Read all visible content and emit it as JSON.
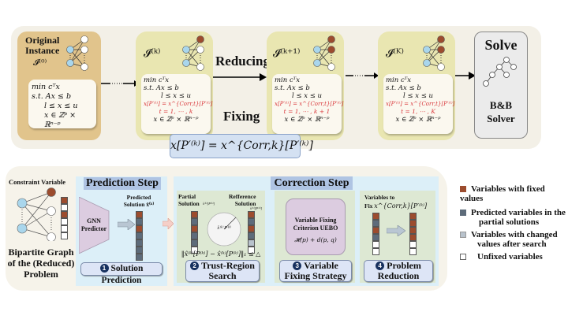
{
  "colors": {
    "fixed": "#9c4c2e",
    "predicted": "#5d6b7a",
    "changed": "#b8c2cc",
    "unfixed": "#ffffff",
    "highlight_red": "#d9363a",
    "accent_blue": "#afc4e3"
  },
  "top": {
    "original": {
      "title_line1": "Original",
      "title_line2": "Instance",
      "symbol": "𝓘⁽⁰⁾"
    },
    "formula": {
      "line1": "min cᵀx",
      "line2": "s.t.  Ax ≤ b",
      "line3": "l ≤ x ≤ u",
      "line_domain": "x ∈ ℤᵖ × ℝⁿ⁻ᵖ",
      "fix_constraint": "x[P′⁽ᵗ⁾] = x^{Corr,t}[P′⁽ᵗ⁾]"
    },
    "instances": [
      {
        "symbol": "𝓘⁽ᵏ⁾",
        "t_range": "t = 1, ⋯ , k"
      },
      {
        "symbol": "𝓘⁽ᵏ⁺¹⁾",
        "t_range": "t = 1, ⋯ , k + 1"
      },
      {
        "symbol": "𝓘⁽ᴷ⁾",
        "t_range": "t = 1, ⋯ , K"
      }
    ],
    "reducing_label": "Reducing",
    "fixing_label": "Fixing",
    "solver": {
      "title": "Solve",
      "line1": "B&B",
      "line2": "Solver"
    },
    "equation": "x[P′⁽ᵏ⁾] = x^{Corr,k}[P′⁽ᵏ⁾]"
  },
  "bottom": {
    "graph": {
      "header": "Constraint Variable",
      "caption_line1": "Bipartite Graph",
      "caption_line2": "of the (Reduced)",
      "caption_line3": "Problem",
      "vector": [
        "fixed",
        "unfixed",
        "fixed",
        "unfixed",
        "unfixed",
        "unfixed"
      ]
    },
    "prediction": {
      "title": "Prediction Step",
      "predictor_line1": "GNN",
      "predictor_line2": "Predictor",
      "predicted_label_line1": "Predicted",
      "predicted_label_line2": "Solution x̂⁽ᵏ⁾",
      "vector": [
        "fixed",
        "predicted",
        "fixed",
        "predicted",
        "predicted",
        "predicted",
        "predicted"
      ],
      "step_number": "1",
      "step_label": "Solution Prediction"
    },
    "correction": {
      "title": "Correction Step",
      "trust": {
        "partial_line1": "Partial",
        "partial_line2": "Solution",
        "partial_sub": "x̂⁽ᵏ⁾[P⁽ᵏ⁾]",
        "ref_line1": "Refference",
        "ref_line2": "Solution",
        "ref_sub": "x̂⁽ᵏ⁾[P⁽ᵏ⁾]",
        "circle_label": "x̂⁽ᵏ⁾ P⁽ᵏ⁾",
        "partial_vector": [
          "fixed",
          "predicted",
          "fixed",
          "predicted",
          "predicted",
          "unfixed"
        ],
        "ref_vector": [
          "fixed",
          "predicted",
          "fixed",
          "predicted",
          "changed",
          "unfixed"
        ],
        "inequality": "‖x̂⁽ᵏ⁾[P⁽ᵏ⁾] − x̂⁽ᵏ⁾[P⁽ᵏ⁾]‖₁ ≤ △",
        "step_number": "2",
        "step_label_line1": "Trust-Region",
        "step_label_line2": "Search"
      },
      "strategy": {
        "criterion_line1": "Variable Fixing",
        "criterion_line2": "Criterion UEBO",
        "criterion_formula": "𝓗(p) + d(p, q)",
        "step_number": "3",
        "step_label_line1": "Variable",
        "step_label_line2": "Fixing Strategy"
      },
      "reduction": {
        "label_line1": "Variables to",
        "label_line2": "Fix",
        "label_formula": "x^{Corr,k}[P′⁽ᵏ⁾]",
        "before_vector": [
          "fixed",
          "predicted",
          "fixed",
          "predicted",
          "unfixed",
          "unfixed"
        ],
        "after_vector": [
          "fixed",
          "fixed",
          "fixed",
          "fixed",
          "unfixed",
          "unfixed"
        ],
        "step_number": "4",
        "step_label_line1": "Problem",
        "step_label_line2": "Reduction"
      }
    }
  },
  "legend": [
    {
      "kind": "fixed",
      "line1": "Variables with fixed values",
      "line2": ""
    },
    {
      "kind": "predicted",
      "line1": "Predicted variables in the",
      "line2": "partial solutions"
    },
    {
      "kind": "changed",
      "line1": "Variables with changed",
      "line2": "values after search"
    },
    {
      "kind": "unfixed",
      "line1": "Unfixed variables",
      "line2": ""
    }
  ]
}
